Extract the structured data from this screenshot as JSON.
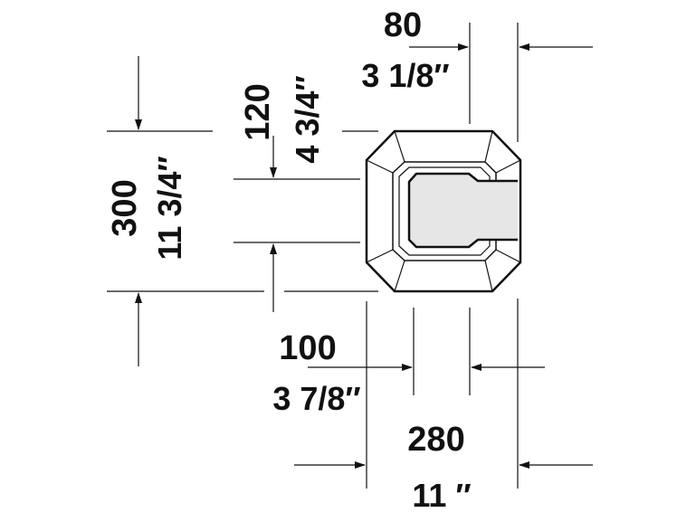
{
  "dimensions": {
    "top_width_mm": "80",
    "top_width_in": "3 1/8″",
    "top_offset_mm": "120",
    "top_offset_in": "4 3/4″",
    "total_height_mm": "300",
    "total_height_in": "11 3/4″",
    "inner_width_mm": "100",
    "inner_width_in": "3 7/8″",
    "total_width_mm": "280",
    "total_width_in": "11 ″"
  },
  "colors": {
    "line": "#111111",
    "insert_fill": "#e6e6e6",
    "background": "#ffffff"
  }
}
